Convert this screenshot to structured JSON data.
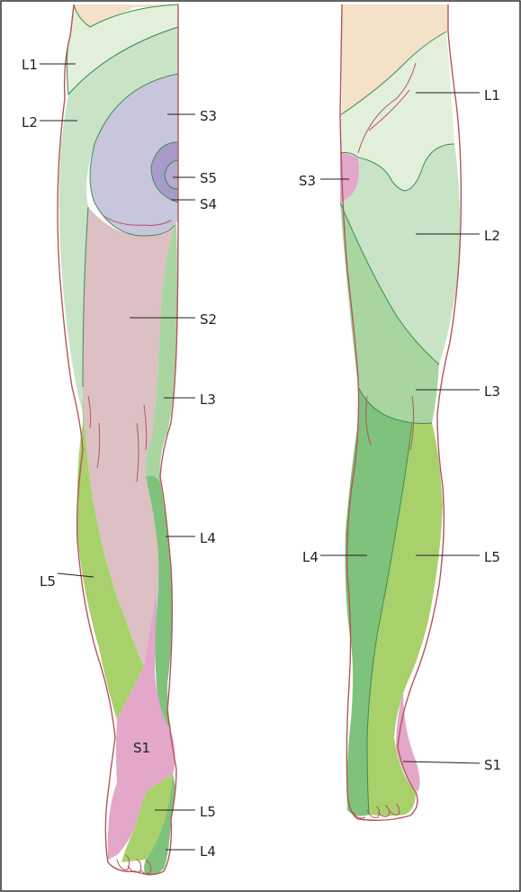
{
  "colors": {
    "skin": "#f3e1c8",
    "L1": "#e2f0da",
    "L2": "#c8e3c6",
    "L3": "#a8d5a0",
    "L4": "#7fc27c",
    "L5": "#a8d16c",
    "S1": "#e2a7c9",
    "S2": "#dcc0c4",
    "S3": "#c7c6dc",
    "S4": "#a99bc9",
    "S5": "#b6a9d2",
    "outline": "#b5555a",
    "border": "#231f20"
  },
  "left_leg": {
    "labels": {
      "l1": "L1",
      "l2": "L2",
      "s3": "S3",
      "s5": "S5",
      "s4": "S4",
      "s2": "S2",
      "l3": "L3",
      "l4": "L4",
      "l5": "L5",
      "s1": "S1",
      "l5_foot": "L5",
      "l4_foot": "L4"
    }
  },
  "right_leg": {
    "labels": {
      "l1": "L1",
      "s3": "S3",
      "l2": "L2",
      "l3": "L3",
      "l4": "L4",
      "l5": "L5",
      "s1": "S1"
    }
  }
}
